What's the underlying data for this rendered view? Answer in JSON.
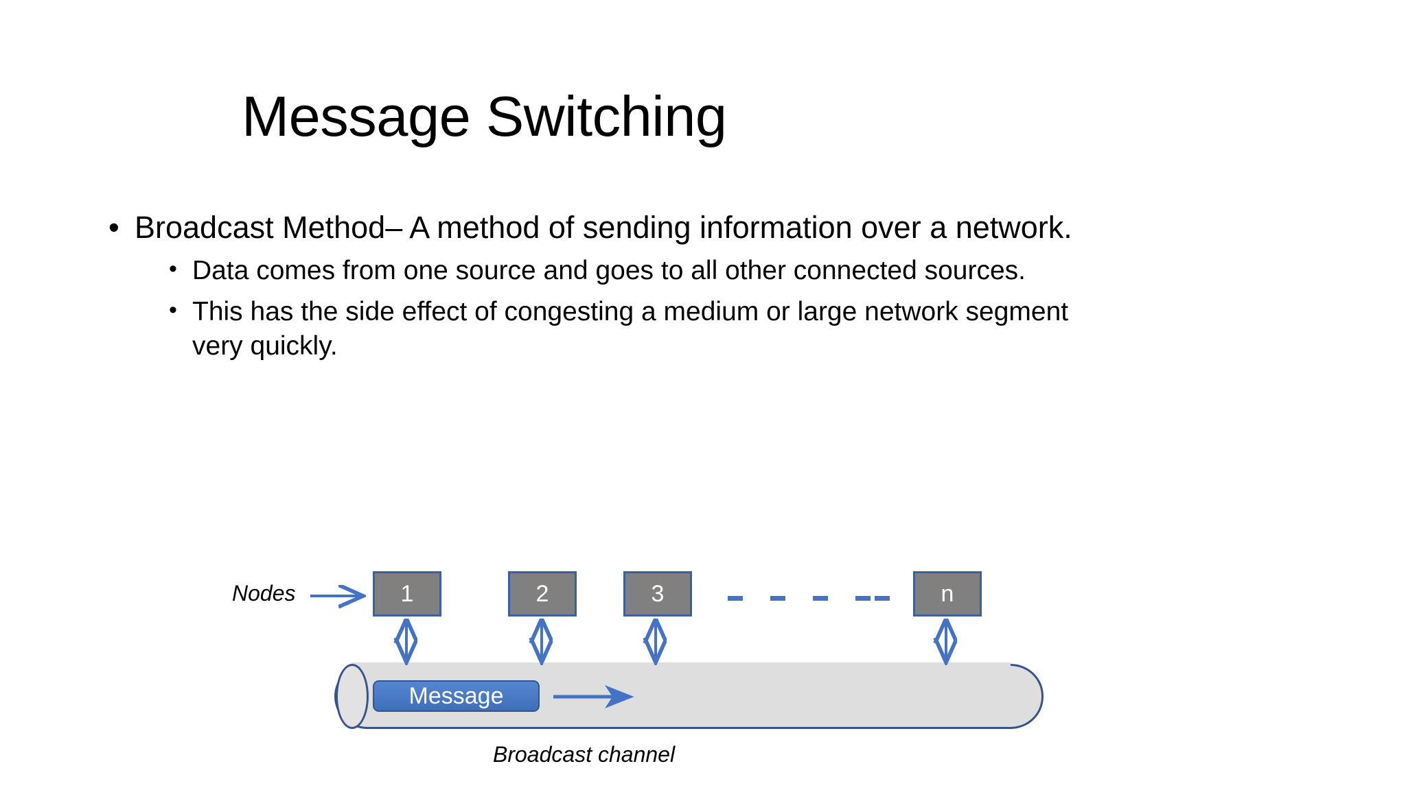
{
  "slide": {
    "title": "Message Switching",
    "bullets": [
      {
        "level": 1,
        "marker": "•",
        "text": "Broadcast Method– A method of sending information over a network."
      },
      {
        "level": 2,
        "marker": "•",
        "text": "Data comes from one source and goes to all other connected sources."
      },
      {
        "level": 2,
        "marker": "•",
        "line1": "This has the side effect of congesting a medium or large network segment",
        "line2": "very quickly."
      }
    ]
  },
  "diagram": {
    "nodes_label": "Nodes",
    "nodes": [
      {
        "label": "1"
      },
      {
        "label": "2"
      },
      {
        "label": "3"
      },
      {
        "label": "n"
      }
    ],
    "ellipsis_dashes": 5,
    "message_label": "Message",
    "channel_caption": "Broadcast channel",
    "colors": {
      "node_fill": "#808080",
      "node_border": "#3C6099",
      "node_text": "#FFFFFF",
      "accent_blue": "#4472C4",
      "channel_fill": "#DEDEDE",
      "channel_border": "#36538C",
      "message_fill": "#4472C4",
      "message_text": "#FFFFFF",
      "text": "#000000",
      "background": "#FFFFFF"
    }
  }
}
